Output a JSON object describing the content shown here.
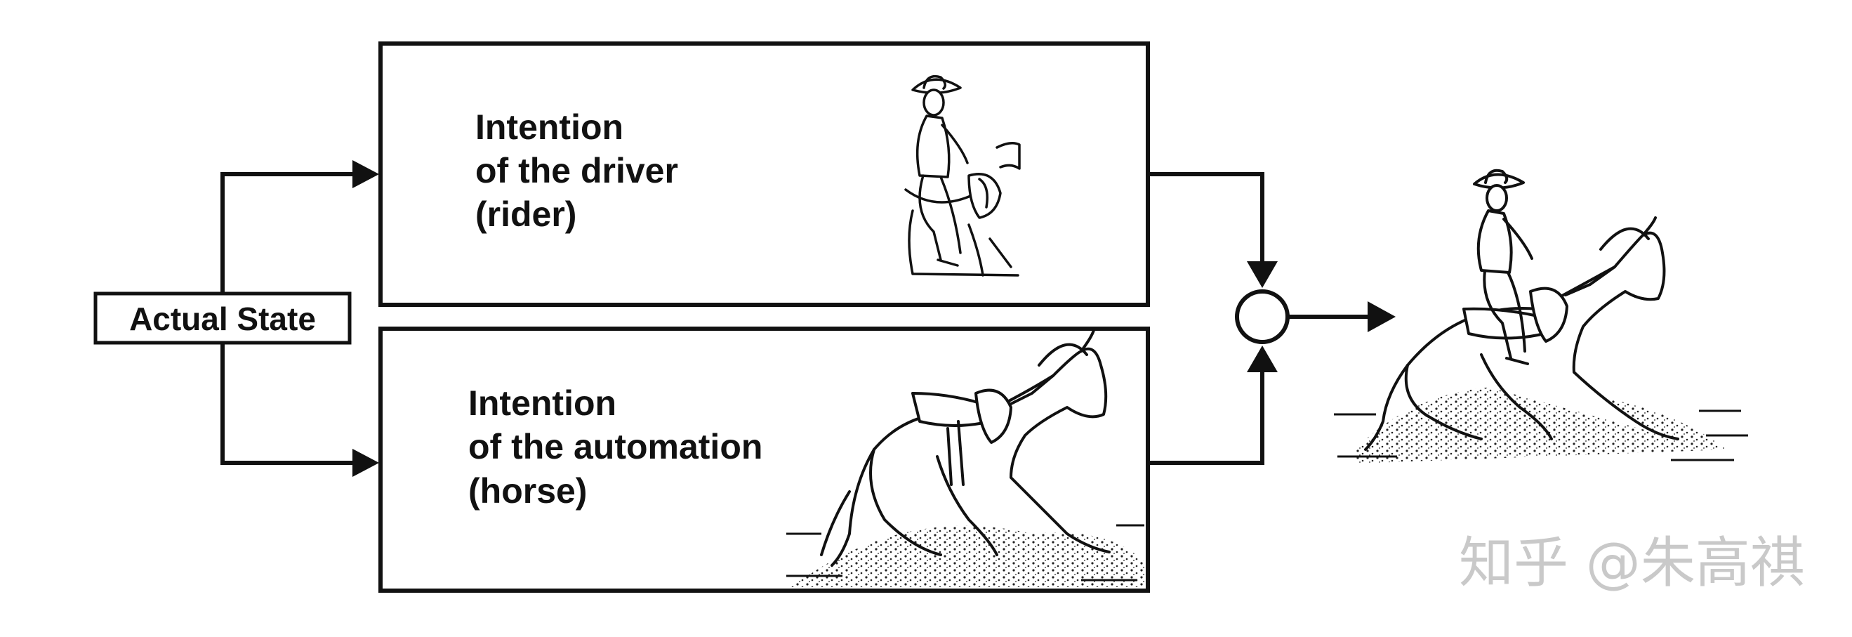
{
  "diagram": {
    "input_label": "Actual State",
    "driver_box": {
      "lines": [
        "Intention",
        "of the driver",
        "(rider)"
      ]
    },
    "automation_box": {
      "lines": [
        "Intention",
        "of the automation",
        " (horse)"
      ]
    },
    "watermark": "知乎 @朱高祺",
    "colors": {
      "line": "#111111",
      "background": "#ffffff",
      "watermark": "#c9c9c9"
    },
    "icons": [
      "rider-sketch-icon",
      "horse-sketch-icon",
      "horse-and-rider-sketch-icon",
      "combine-node-icon"
    ]
  }
}
